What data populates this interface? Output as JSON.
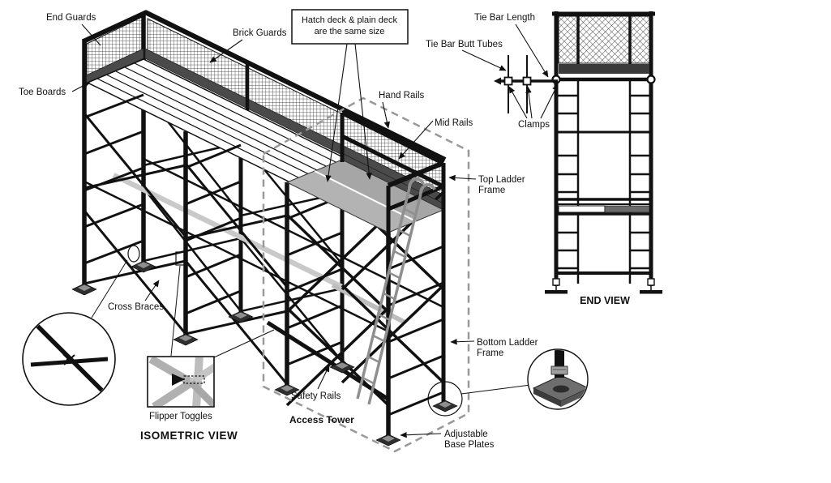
{
  "diagram": {
    "subject": "scaffolding assembly diagram",
    "views": {
      "isometric": "ISOMETRIC VIEW",
      "end": "END VIEW",
      "access_tower": "Access Tower"
    },
    "note_box": {
      "line1": "Hatch deck & plain deck",
      "line2": "are the same size"
    },
    "labels": {
      "end_guards": "End Guards",
      "toe_boards": "Toe Boards",
      "brick_guards": "Brick Guards",
      "hand_rails": "Hand Rails",
      "mid_rails": "Mid Rails",
      "tie_bar_length": "Tie Bar Length",
      "tie_bar_butt_tubes": "Tie Bar Butt Tubes",
      "clamps": "Clamps",
      "top_ladder_frame_line1": "Top Ladder",
      "top_ladder_frame_line2": "Frame",
      "bottom_ladder_frame_line1": "Bottom Ladder",
      "bottom_ladder_frame_line2": "Frame",
      "cross_braces": "Cross Braces",
      "safety_rails": "Safety Rails",
      "flipper_toggles": "Flipper Toggles",
      "adjustable_base_plates_line1": "Adjustable",
      "adjustable_base_plates_line2": "Base Plates"
    },
    "colors": {
      "line": "#111111",
      "toe_board": "#4a4a4a",
      "deck_light": "#b3b3b3",
      "deck_mid": "#a6a6a6",
      "ladder": "#8f8f8f",
      "mid_board": "#c9c9c9",
      "dashed_outline": "#999999",
      "background": "#ffffff"
    }
  }
}
